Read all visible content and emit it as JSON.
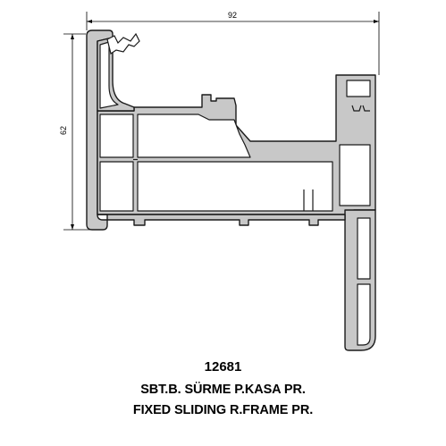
{
  "dimensions": {
    "width": "92",
    "height": "62"
  },
  "product": {
    "code": "12681",
    "name_tr": "SBT.B. SÜRME P.KASA PR.",
    "name_en": "FIXED SLIDING R.FRAME PR."
  },
  "colors": {
    "profile_fill": "#c8c8c8",
    "profile_outline": "#1a1a1a",
    "dimension_line": "#000000"
  }
}
